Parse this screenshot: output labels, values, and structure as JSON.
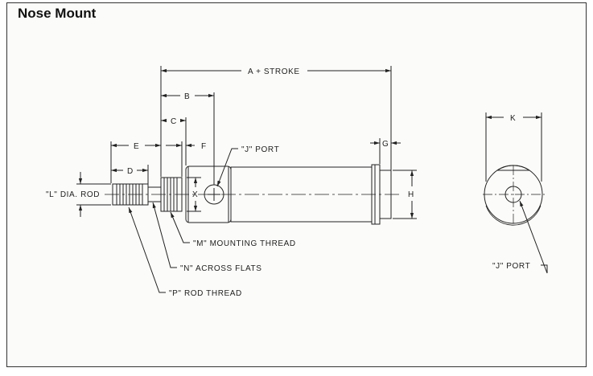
{
  "title": "Nose Mount",
  "dimensions": {
    "a_stroke": "A + STROKE",
    "b": "B",
    "c": "C",
    "e": "E",
    "f": "F",
    "d": "D",
    "g": "G",
    "h": "H",
    "x": "X",
    "k": "K"
  },
  "callouts": {
    "j_port": "\"J\" PORT",
    "l_dia_rod": "\"L\" DIA. ROD",
    "m_mounting_thread": "\"M\" MOUNTING THREAD",
    "n_across_flats": "\"N\" ACROSS FLATS",
    "p_rod_thread": "\"P\" ROD THREAD",
    "j_port_end": "\"J\" PORT"
  }
}
